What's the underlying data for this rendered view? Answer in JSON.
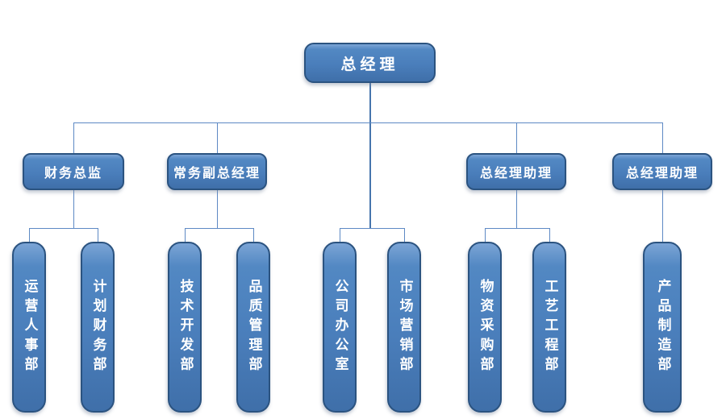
{
  "palette": {
    "box_fill": "#4a7ebb",
    "box_border": "#2b5380",
    "connector": "#5d89c4",
    "text": "#ffffff",
    "background": "#ffffff"
  },
  "org": {
    "root": {
      "label": "总经理"
    },
    "managers": [
      {
        "label": "财务总监",
        "reports_to": "总经理"
      },
      {
        "label": "常务副总经理",
        "reports_to": "总经理"
      },
      {
        "label": "总经理助理",
        "reports_to": "总经理"
      },
      {
        "label": "总经理助理",
        "reports_to": "总经理"
      }
    ],
    "departments": [
      {
        "label": "运营人事部",
        "reports_to": "财务总监"
      },
      {
        "label": "计划财务部",
        "reports_to": "财务总监"
      },
      {
        "label": "技术开发部",
        "reports_to": "常务副总经理"
      },
      {
        "label": "品质管理部",
        "reports_to": "常务副总经理"
      },
      {
        "label": "公司办公室",
        "reports_to": "总经理"
      },
      {
        "label": "市场营销部",
        "reports_to": "总经理"
      },
      {
        "label": "物资采购部",
        "reports_to": "总经理助理"
      },
      {
        "label": "工艺工程部",
        "reports_to": "总经理助理"
      },
      {
        "label": "产品制造部",
        "reports_to": "总经理助理"
      }
    ]
  }
}
